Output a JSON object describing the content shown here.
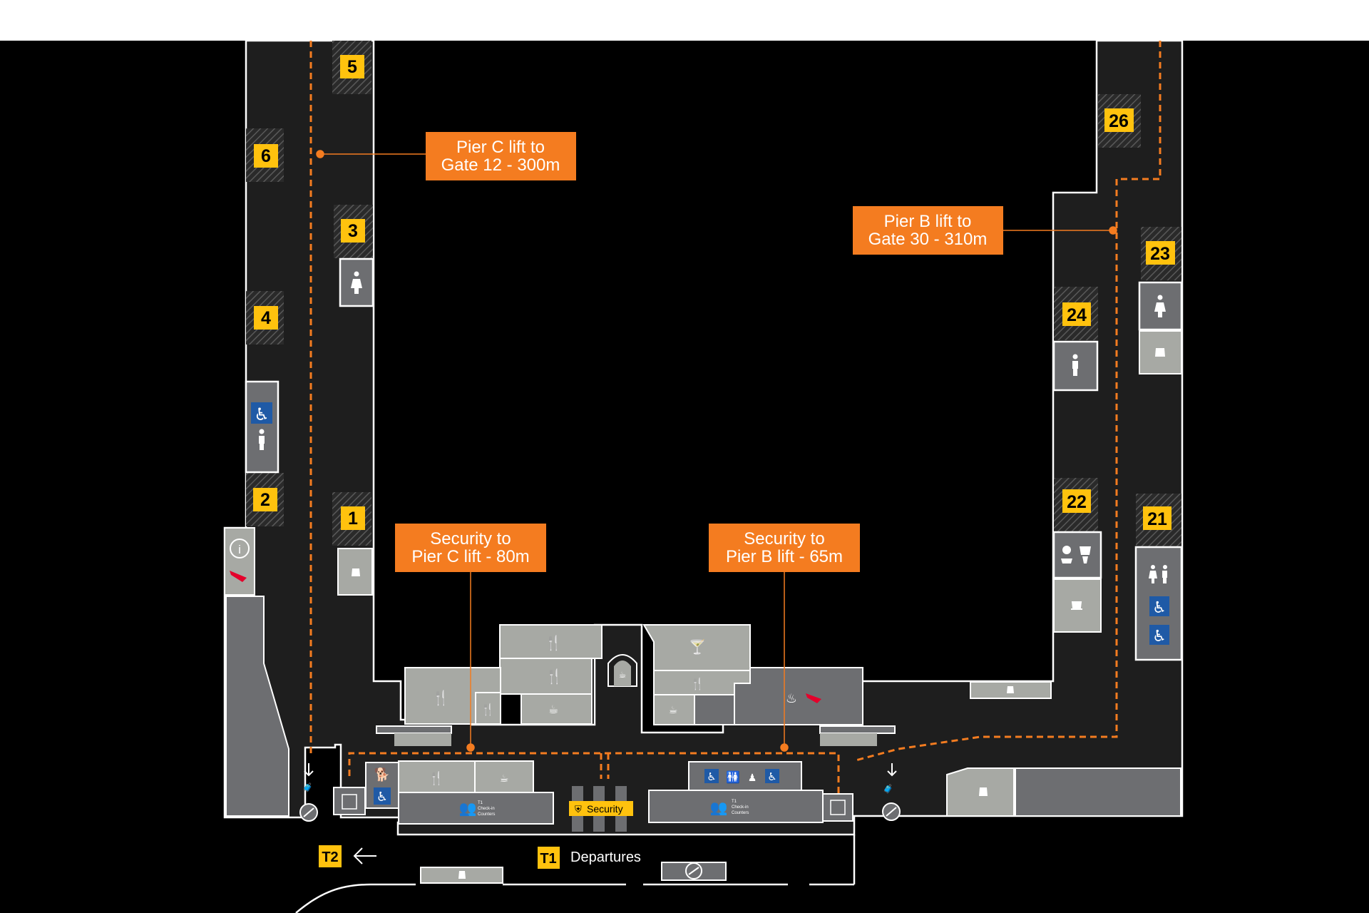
{
  "map": {
    "colors": {
      "background": "#000000",
      "corridor": "#1e1e1e",
      "outline": "#ffffff",
      "callout": "#f47c20",
      "gate_badge": "#ffc20e",
      "room_light": "#a7a9a4",
      "room_dark": "#6d6e71",
      "accessible": "#1f5aa6",
      "brand_red": "#e4002b"
    },
    "callouts": {
      "pier_c": {
        "line1": "Pier C lift to",
        "line2": "Gate 12 - 300m"
      },
      "pier_b": {
        "line1": "Pier B lift to",
        "line2": "Gate 30 - 310m"
      },
      "security_c": {
        "line1": "Security to",
        "line2": "Pier C lift - 80m"
      },
      "security_b": {
        "line1": "Security to",
        "line2": "Pier B lift - 65m"
      }
    },
    "gates": {
      "g5": "5",
      "g6": "6",
      "g3": "3",
      "g4": "4",
      "g2": "2",
      "g1": "1",
      "g26": "26",
      "g23": "23",
      "g24": "24",
      "g22": "22",
      "g21": "21"
    },
    "bottom": {
      "t2_badge": "T2",
      "t1_badge": "T1",
      "departures": "Departures",
      "security": "Security",
      "checkin_line1": "T1",
      "checkin_line2": "Check-in",
      "checkin_line3": "Counters"
    },
    "icons": [
      "female-toilet-icon",
      "male-toilet-icon",
      "accessible-icon",
      "info-icon",
      "qantas-logo-icon",
      "shop-icon",
      "restaurant-icon",
      "cafe-icon",
      "bar-icon",
      "lift-icon",
      "escalator-icon",
      "baggage-icon",
      "parents-room-icon",
      "lounge-icon",
      "security-icon",
      "arrow-left-icon",
      "arrow-down-icon"
    ]
  }
}
